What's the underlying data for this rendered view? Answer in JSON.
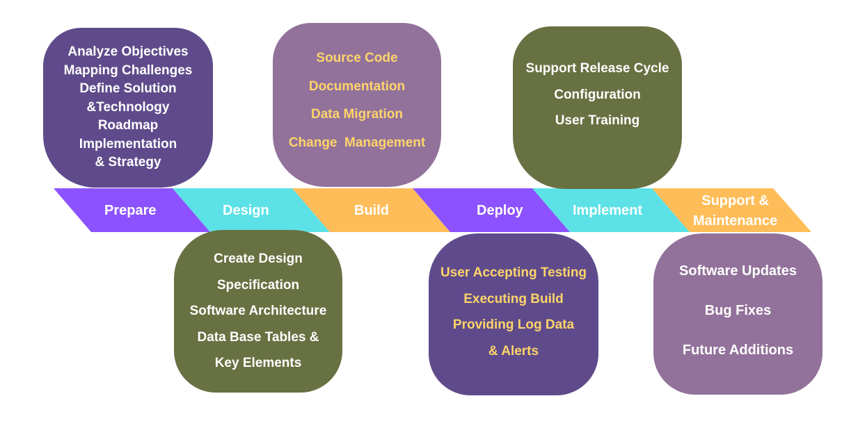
{
  "colors": {
    "purple_dark": "#5f4b8b",
    "purple_light": "#92729b",
    "olive": "#687142",
    "violet": "#8c52ff",
    "cyan": "#5ce1e6",
    "orange": "#ffbd59",
    "yellow_text": "#fdd46a"
  },
  "stages": [
    {
      "label": "Prepare",
      "color": "violet"
    },
    {
      "label": "Design",
      "color": "cyan"
    },
    {
      "label": "Build",
      "color": "orange"
    },
    {
      "label": "Deploy",
      "color": "violet"
    },
    {
      "label": "Implement",
      "color": "cyan"
    },
    {
      "label_lines": [
        "Support &",
        "Maintenance"
      ],
      "color": "orange"
    }
  ],
  "bubbles": {
    "prepare": [
      "Analyze Objectives",
      "Mapping Challenges",
      "Define Solution",
      "&Technology",
      "Roadmap",
      "Implementation",
      "& Strategy"
    ],
    "build": [
      "Source Code",
      "Documentation",
      "Data Migration",
      "Change  Management"
    ],
    "implement": [
      "Support Release Cycle",
      "Configuration",
      "User Training"
    ],
    "design": [
      "Create Design",
      "Specification",
      "Software Architecture",
      "Data Base Tables &",
      "Key Elements"
    ],
    "deploy": [
      "User Accepting Testing",
      "Executing Build",
      "Providing Log Data",
      "& Alerts"
    ],
    "support": [
      "Software Updates",
      "Bug Fixes",
      "Future Additions"
    ]
  }
}
